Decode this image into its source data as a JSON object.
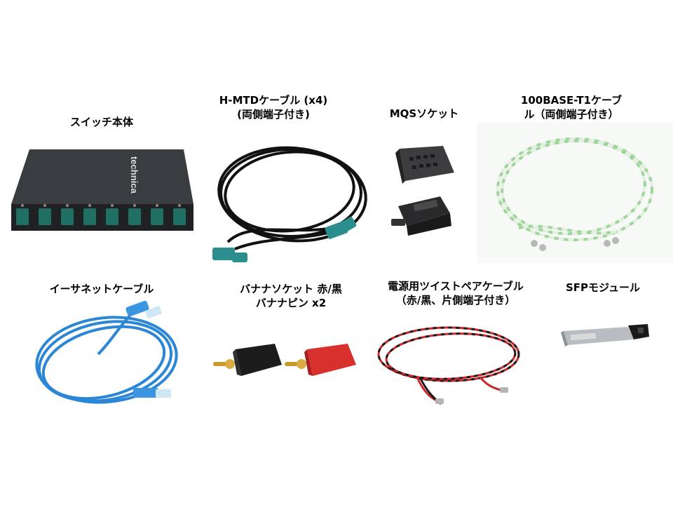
{
  "items": {
    "switch": {
      "label": "スイッチ本体",
      "brand": "technica",
      "port_count": 8
    },
    "hmtd": {
      "line1": "H-MTDケーブル (x4)",
      "line2": "(両側端子付き)"
    },
    "mqs": {
      "label": "MQSソケット"
    },
    "t1": {
      "line1": "100BASE-T1ケーブ",
      "line2": "ル（両側端子付き）"
    },
    "ethernet": {
      "label": "イーサネットケーブル"
    },
    "banana": {
      "line1": "バナナソケット 赤/黒",
      "line2": "バナナピン x2"
    },
    "power": {
      "line1": "電源用ツイストペアケーブル",
      "line2": "（赤/黒、片側端子付き）"
    },
    "sfp": {
      "label": "SFPモジュール"
    }
  },
  "colors": {
    "switch_body": "#2b2d2f",
    "port_teal": "#1f6f63",
    "hmtd_cable": "#111111",
    "hmtd_connector": "#2a8f8c",
    "t1_white": "#e9f3e6",
    "t1_green": "#9fd49a",
    "ethernet_blue": "#2b86d6",
    "banana_black": "#1c1c1c",
    "banana_red": "#d8302c",
    "brass": "#c79a2e",
    "power_red": "#c8282a",
    "power_black": "#1a1a1a"
  }
}
